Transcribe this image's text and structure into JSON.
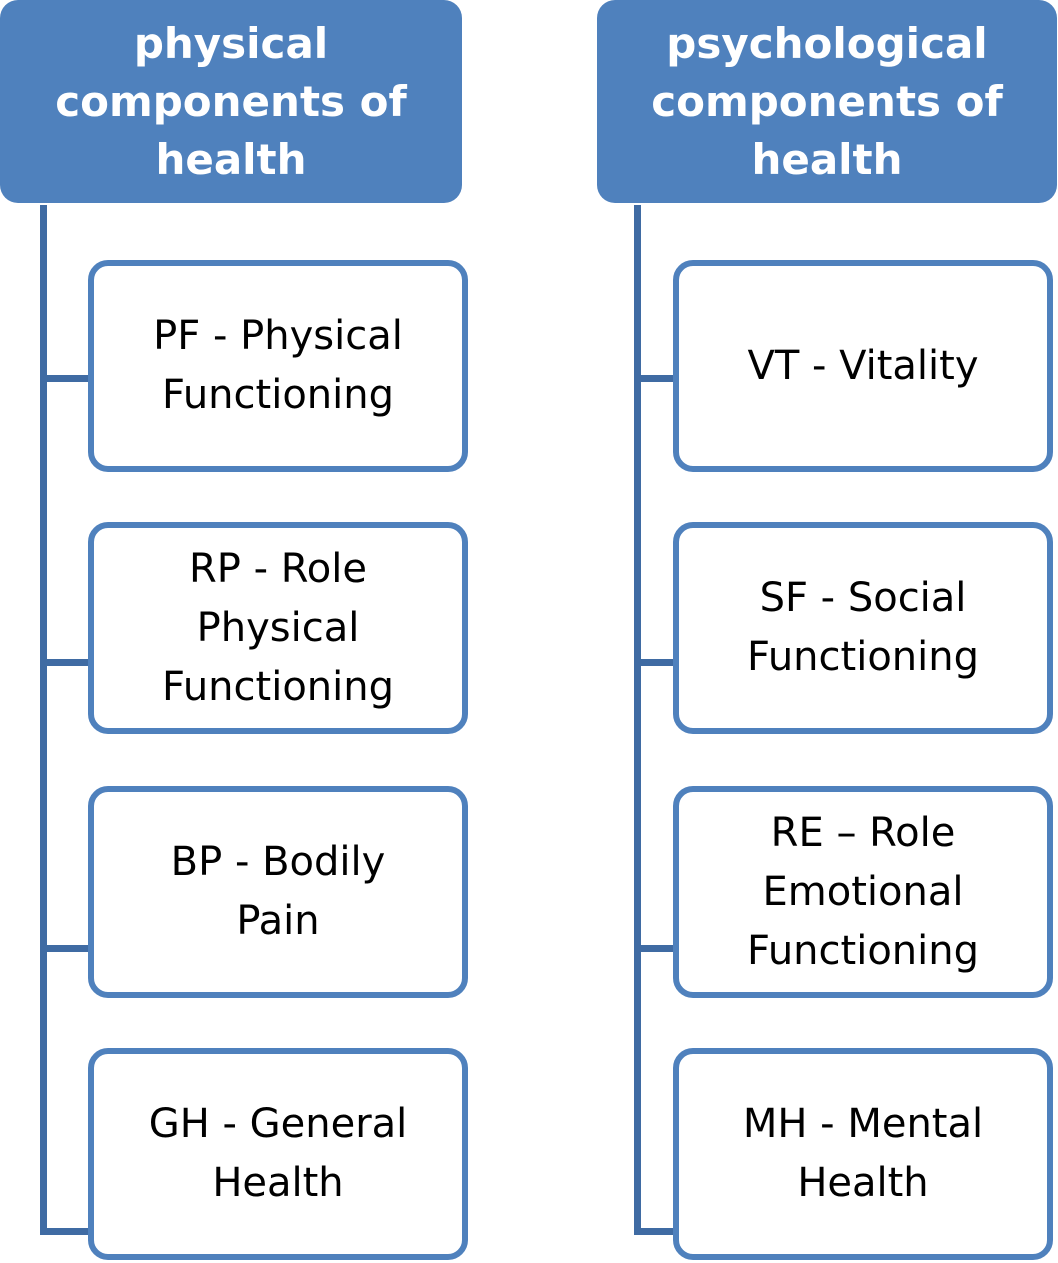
{
  "colors": {
    "header_fill": "#4f81bd",
    "border": "#4f81bd",
    "connector": "#3f6ba3",
    "header_text": "#ffffff"
  },
  "columns": [
    {
      "header": "physical components of health",
      "items": [
        "PF - Physical Functioning",
        "RP - Role Physical Functioning",
        "BP - Bodily Pain",
        "GH - General Health"
      ]
    },
    {
      "header": "psychological components of health",
      "items": [
        "VT - Vitality",
        "SF - Social Functioning",
        "RE – Role Emotional Functioning",
        "MH - Mental Health"
      ]
    }
  ]
}
